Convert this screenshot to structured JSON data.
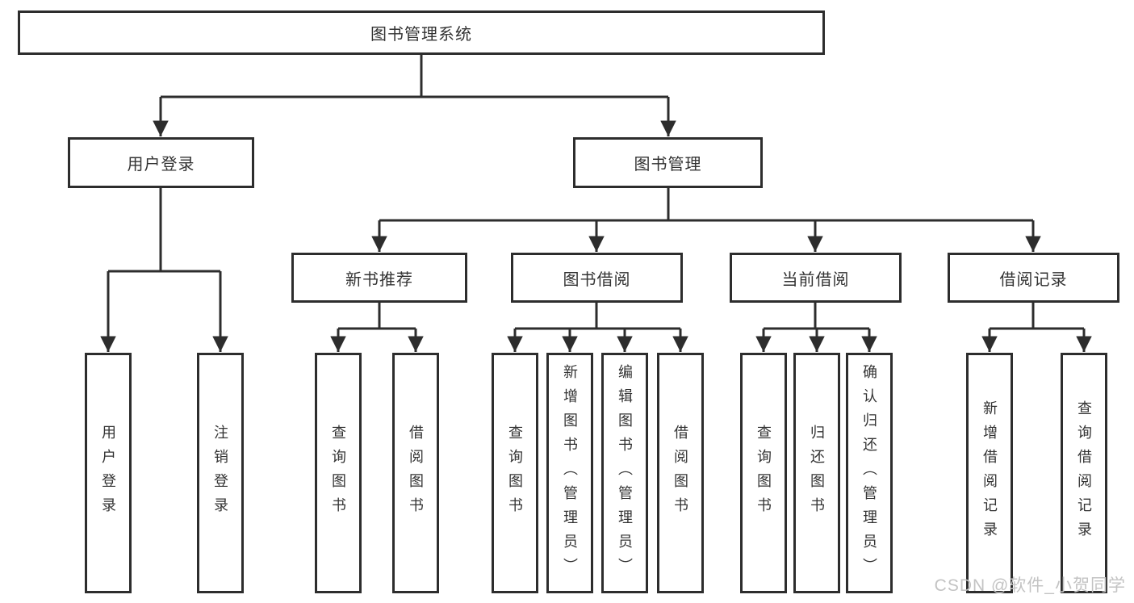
{
  "tree": {
    "root": {
      "label": "图书管理系统"
    },
    "branches": [
      {
        "label": "用户登录",
        "children": [
          {
            "label": "用户登录"
          },
          {
            "label": "注销登录"
          }
        ]
      },
      {
        "label": "图书管理",
        "children": [
          {
            "label": "新书推荐",
            "children": [
              {
                "label": "查询图书"
              },
              {
                "label": "借阅图书"
              }
            ]
          },
          {
            "label": "图书借阅",
            "children": [
              {
                "label": "查询图书"
              },
              {
                "label": "新增图书（管理员）"
              },
              {
                "label": "编辑图书（管理员）"
              },
              {
                "label": "借阅图书"
              }
            ]
          },
          {
            "label": "当前借阅",
            "children": [
              {
                "label": "查询图书"
              },
              {
                "label": "归还图书"
              },
              {
                "label": "确认归还（管理员）"
              }
            ]
          },
          {
            "label": "借阅记录",
            "children": [
              {
                "label": "新增借阅记录"
              },
              {
                "label": "查询借阅记录"
              }
            ]
          }
        ]
      }
    ]
  },
  "watermark": {
    "text": "CSDN @软件_小贺同学"
  },
  "colors": {
    "line": "#2d2d2d",
    "box_border": "#2d2d2d",
    "text": "#333333",
    "watermark": "#c3c3c3",
    "background": "#ffffff"
  }
}
